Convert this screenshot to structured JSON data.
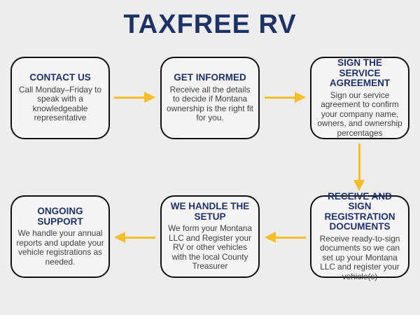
{
  "page": {
    "title": "TAXFREE RV"
  },
  "colors": {
    "accent": "#F7BE27",
    "heading": "#1F3265",
    "body_text": "#3F3E40",
    "background": "#EEEDEE",
    "box_fill": "#F6F5F6",
    "box_border": "#111111"
  },
  "steps": [
    {
      "title": "CONTACT US",
      "body": "Call Monday–Friday to speak with a knowledgeable representative"
    },
    {
      "title": "GET INFORMED",
      "body": "Receive all the details to decide if Montana ownership is the right fit for you."
    },
    {
      "title": "SIGN THE SERVICE AGREEMENT",
      "body": "Sign our service agreement to confirm your company name, owners, and ownership percentages"
    },
    {
      "title": "RECEIVE AND SIGN REGISTRATION DOCUMENTS",
      "body": "Receive ready-to-sign documents so we can set up your Montana LLC and register your vehicle(s)"
    },
    {
      "title": "WE HANDLE THE SETUP",
      "body": "We form your Montana LLC and Register your RV or other vehicles with the local County Treasurer"
    },
    {
      "title": "ONGOING SUPPORT",
      "body": "We handle your annual reports and update your vehicle registrations as needed."
    }
  ],
  "arrows": [
    {
      "from": 1,
      "to": 2,
      "direction": "right"
    },
    {
      "from": 2,
      "to": 3,
      "direction": "right"
    },
    {
      "from": 3,
      "to": 4,
      "direction": "down"
    },
    {
      "from": 4,
      "to": 5,
      "direction": "left"
    },
    {
      "from": 5,
      "to": 6,
      "direction": "left"
    }
  ]
}
